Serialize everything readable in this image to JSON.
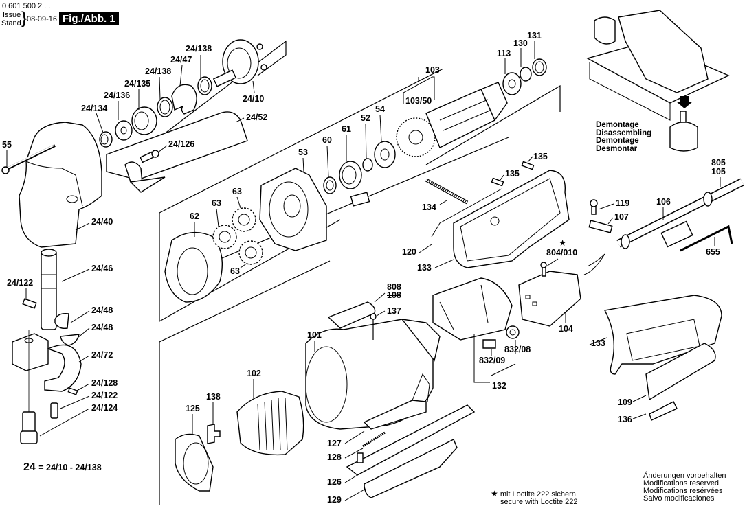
{
  "header": {
    "part_number": "0 601 500 2 . .",
    "issue_label": "Issue",
    "stand_label": "Stand",
    "date": "08-09-16",
    "figure": "Fig./Abb. 1"
  },
  "disassembly": [
    "Demontage",
    "Disassembling",
    "Demontage",
    "Desmontar"
  ],
  "labels": {
    "l24_138a": "24/138",
    "l24_47": "24/47",
    "l24_138b": "24/138",
    "l24_135": "24/135",
    "l24_136": "24/136",
    "l24_134": "24/134",
    "l24_10": "24/10",
    "l24_52": "24/52",
    "l55": "55",
    "l24_126": "24/126",
    "l24_40": "24/40",
    "l24_46": "24/46",
    "l24_122a": "24/122",
    "l24_48a": "24/48",
    "l24_48b": "24/48",
    "l24_72": "24/72",
    "l24_128": "24/128",
    "l24_122b": "24/122",
    "l24_124": "24/124",
    "l103": "103",
    "l103_50": "103/50",
    "l113": "113",
    "l130": "130",
    "l131": "131",
    "l54": "54",
    "l52": "52",
    "l61": "61",
    "l60": "60",
    "l53": "53",
    "l63a": "63",
    "l63b": "63",
    "l63c": "63",
    "l62": "62",
    "l135a": "135",
    "l135b": "135",
    "l134": "134",
    "l120": "120",
    "l133a": "133",
    "l804_010": "804/010",
    "l805": "805",
    "l105": "105",
    "l106": "106",
    "l119": "119",
    "l107": "107",
    "l655": "655",
    "l808": "808",
    "l108": "108",
    "l137": "137",
    "l101": "101",
    "l104": "104",
    "l832_09": "832/09",
    "l832_08": "832/08",
    "l132": "132",
    "l133b": "133",
    "l109": "109",
    "l136": "136",
    "l102": "102",
    "l138": "138",
    "l125": "125",
    "l127": "127",
    "l128": "128",
    "l126": "126",
    "l129": "129"
  },
  "legend": {
    "group_number": "24",
    "group_range": "= 24/10 - 24/138"
  },
  "loctite_note": {
    "symbol": "★",
    "line1": "mit Loctite 222 sichern",
    "line2": "secure with Loctite 222"
  },
  "marker_star": "★",
  "modifications": [
    "Änderungen vorbehalten",
    "Modifications reserved",
    "Modifications resérvées",
    "Salvo modificaciones"
  ]
}
